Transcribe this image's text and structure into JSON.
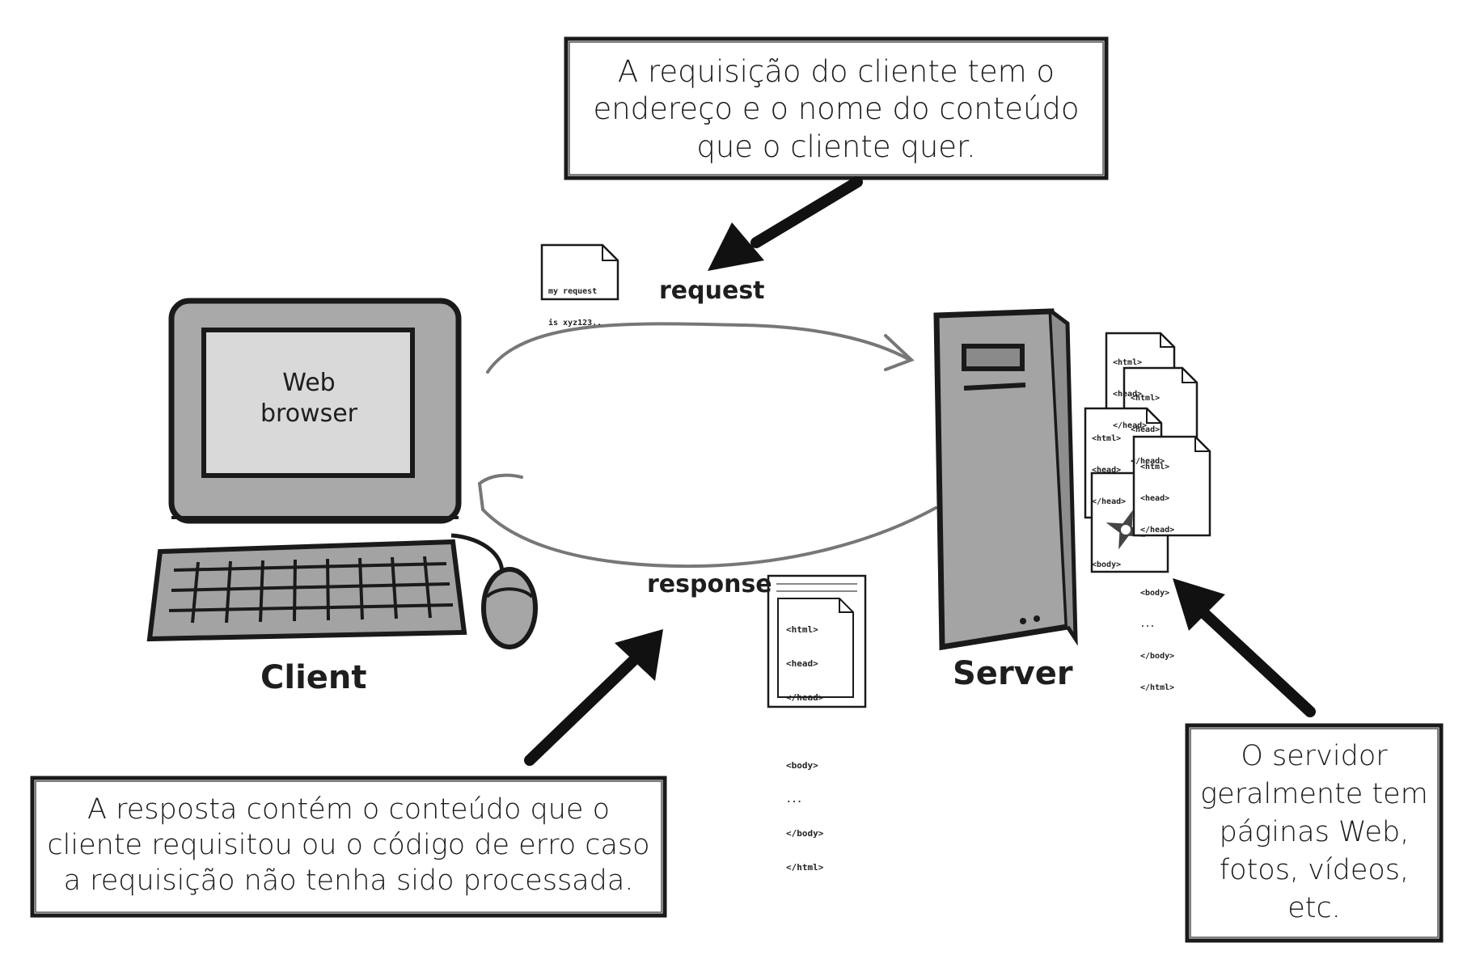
{
  "callouts": {
    "request_note": [
      "A requisição do cliente tem o",
      "endereço e o nome do conteúdo",
      "que o cliente quer."
    ],
    "response_note": [
      "A resposta contém o conteúdo que o",
      "cliente requisitou ou o código de erro caso",
      "a requisição não tenha sido processada."
    ],
    "server_note": [
      "O servidor",
      "geralmente tem",
      "páginas Web,",
      "fotos, vídeos,",
      "etc."
    ]
  },
  "labels": {
    "request": "request",
    "response": "response",
    "client": "Client",
    "server": "Server",
    "screen_line1": "Web",
    "screen_line2": "browser"
  },
  "request_doc": [
    "my request",
    "is xyz123.."
  ],
  "response_doc": [
    "<html>",
    "<head>",
    "</head>",
    "",
    "<body>",
    "...",
    "</body>",
    "</html>"
  ],
  "server_docs": {
    "doc1": [
      "<html>",
      "<head>",
      "</head>"
    ],
    "doc2": [
      "<html>",
      "<head>",
      "</head>"
    ],
    "doc3": [
      "<html>",
      "<head>",
      "</head>",
      "",
      "<body>"
    ],
    "doc4": [
      "<html>",
      "<head>",
      "</head>",
      "",
      "<body>",
      "...",
      "</body>",
      "</html>"
    ]
  },
  "colors": {
    "ink": "#1a1a1a",
    "gray": "#8a8a8a",
    "screen": "#d6d6d6",
    "body": "#9a9a9a"
  }
}
